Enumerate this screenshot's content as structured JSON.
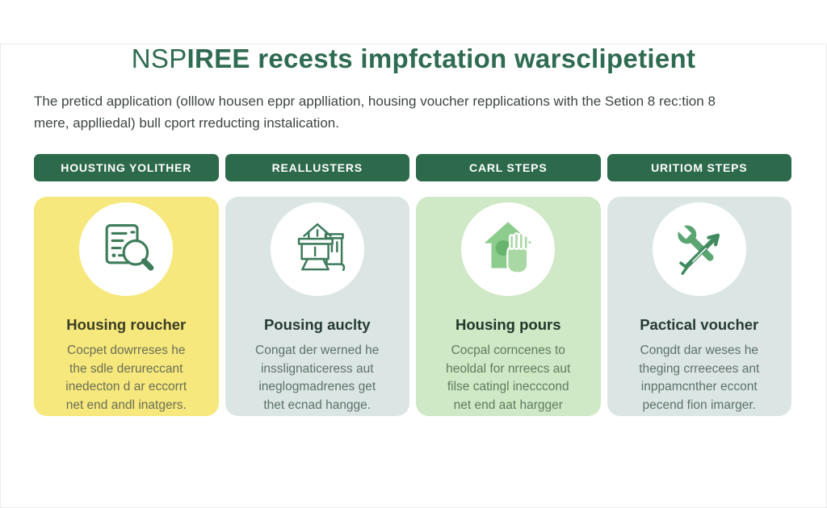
{
  "header": {
    "title_prefix": "NSP",
    "title_rest": "IREE recests impfctation warsclipetient",
    "subtitle": "The preticd application (olllow housen eppr applliation, housing voucher repplications with the Setion 8 rec:tion 8\nmere, applliedal) bull cport rreducting instalication."
  },
  "palette": {
    "title_green": "#2e6b51",
    "header_bar_green": "#2d6a4b",
    "card_yellow": "#f6e87d",
    "card_gray_blue": "#dbe6e4",
    "card_light_green": "#cfe8c5",
    "icon_stroke_green": "#3e7c5c",
    "icon_fill_green": "#8ccd8d",
    "body_text_gray": "#5d7169"
  },
  "columns": [
    {
      "header": "HOUSTING YOLITHER",
      "icon": "document-magnifier-icon",
      "title": "Housing roucher",
      "body": "Cocpet dowrreses he\nthe sdle derureccant\ninedecton d ar eccorrt\nnet end andl inatgers."
    },
    {
      "header": "REALLUSTERS",
      "icon": "buildings-icon",
      "title": "Pousing auclty",
      "body": "Congat der werned he\ninsslignaticeress aut\nineglogmadrenes get\nthet ecnad hangge."
    },
    {
      "header": "CARL STEPS",
      "icon": "house-hand-icon",
      "title": "Housing pours",
      "body": "Cocpal corncenes to\nheoldal for nrreecs aut\nfilse catingl inecccond\nnet end aat hargger"
    },
    {
      "header": "URITIOM STEPS",
      "icon": "wrench-screwdriver-icon",
      "title": "Pactical voucher",
      "body": "Congdt dar weses he\ntheging crreecees ant\ninppamcnther eccont\npecend fion imarger."
    }
  ]
}
